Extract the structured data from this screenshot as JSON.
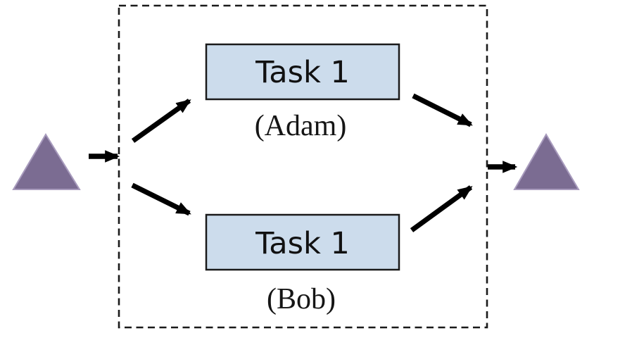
{
  "diagram": {
    "tasks": {
      "top": {
        "label": "Task 1",
        "assignee": "(Adam)"
      },
      "bottom": {
        "label": "Task 1",
        "assignee": "(Bob)"
      }
    },
    "icons": {
      "source": "triangle-icon",
      "sink": "triangle-icon"
    }
  },
  "colors": {
    "background": "#ffffff",
    "boundary": "#1a1a1a",
    "arrow": "#000000",
    "task_fill": "#ccdcec",
    "task_border": "#1a1a1a",
    "triangle_fill": "#7b6c92",
    "triangle_edge": "#a89bbd",
    "text": "#111111"
  }
}
